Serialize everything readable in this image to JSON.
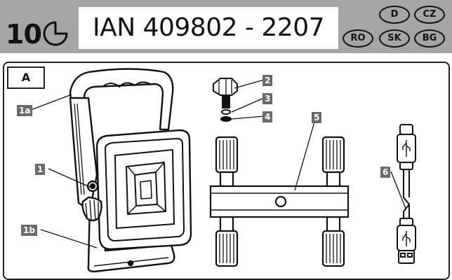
{
  "header": {
    "number": "10",
    "ian": "IAN 409802 - 2207",
    "countries": [
      "D",
      "CZ",
      "RO",
      "SK",
      "BG"
    ]
  },
  "panel": {
    "label": "A"
  },
  "callouts": [
    "1a",
    "1",
    "1b",
    "2",
    "3",
    "4",
    "5",
    "6"
  ],
  "icons": [
    "clock-icon",
    "usb-symbol-icon"
  ],
  "colors": {
    "header_bg": "#a5a5a5",
    "callout_bg": "#6b6b6b",
    "line": "#111111"
  }
}
